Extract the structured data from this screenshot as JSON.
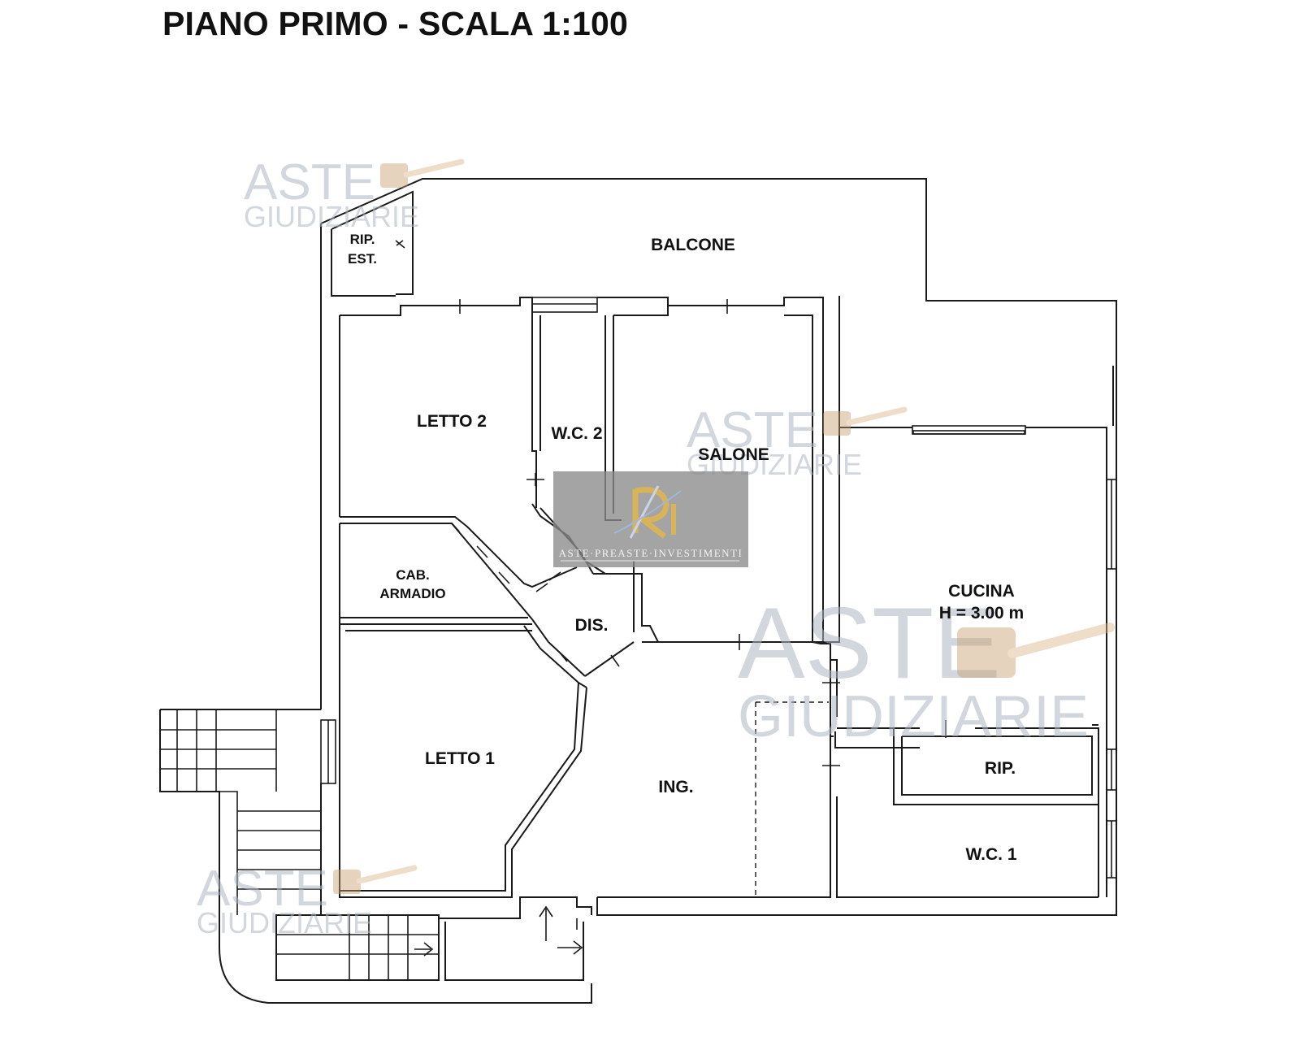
{
  "title": "PIANO PRIMO - SCALA 1:100",
  "rooms": {
    "balcone": "BALCONE",
    "rip_est_1": "RIP.",
    "rip_est_2": "EST.",
    "letto2": "LETTO 2",
    "wc2": "W.C. 2",
    "salone": "SALONE",
    "cab_1": "CAB.",
    "cab_2": "ARMADIO",
    "dis": "DIS.",
    "cucina_1": "CUCINA",
    "cucina_2": "H = 3.00 m",
    "letto1": "LETTO 1",
    "ing": "ING.",
    "rip": "RIP.",
    "wc1": "W.C. 1"
  },
  "watermark": {
    "line1": "ASTE",
    "line2": "GIUDIZIARIE",
    "logo_text": "ASTE·PREASTE·INVESTIMENTI",
    "color": "#aeb7c4",
    "logo_bg": "#8a8a8a",
    "logo_gold": "#d9b35a"
  }
}
